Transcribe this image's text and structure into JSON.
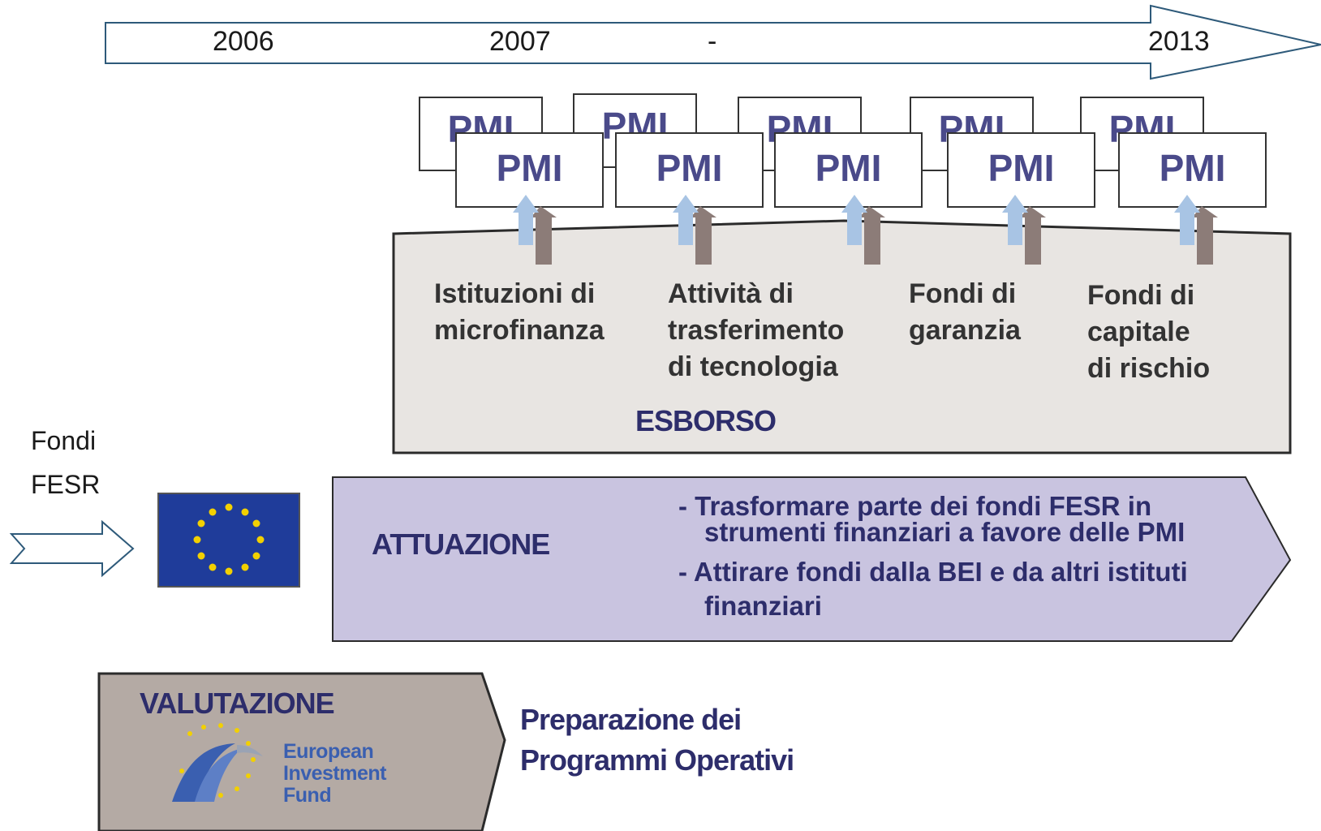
{
  "timeline": {
    "years": [
      "2006",
      "2007",
      "-",
      "2013"
    ]
  },
  "pmi_label": "PMI",
  "esborso": {
    "title": "ESBORSO",
    "institutions": [
      [
        "Istituzioni di",
        "microfinanza"
      ],
      [
        "Attività di",
        "trasferimento",
        "di tecnologia"
      ],
      [
        "Fondi di",
        "garanzia"
      ],
      [
        "Fondi di",
        "capitale",
        "di rischio"
      ]
    ]
  },
  "fondi_fesr": {
    "line1": "Fondi",
    "line2": "FESR"
  },
  "attuazione": {
    "title": "ATTUAZIONE",
    "bullets": [
      [
        "- Trasformare parte dei fondi FESR in",
        "strumenti finanziari a favore delle PMI"
      ],
      [
        "- Attirare fondi dalla BEI e da altri istituti",
        "finanziari"
      ]
    ]
  },
  "valutazione": {
    "title": "VALUTAZIONE",
    "logo_text": [
      "European",
      "Investment",
      "Fund"
    ]
  },
  "preparazione": {
    "line1": "Preparazione dei",
    "line2": "Programmi Operativi"
  },
  "colors": {
    "timeline_stroke": "#2e5a7a",
    "esborso_fill": "#e8e5e2",
    "attuazione_fill": "#c9c4e0",
    "valutazione_fill": "#b4aaa4",
    "eu_blue": "#1f3c9a",
    "eu_star": "#f2d000",
    "navy_text": "#2d2d6b",
    "arrow_blue": "#a8c4e4",
    "arrow_brown": "#8c7c78"
  }
}
